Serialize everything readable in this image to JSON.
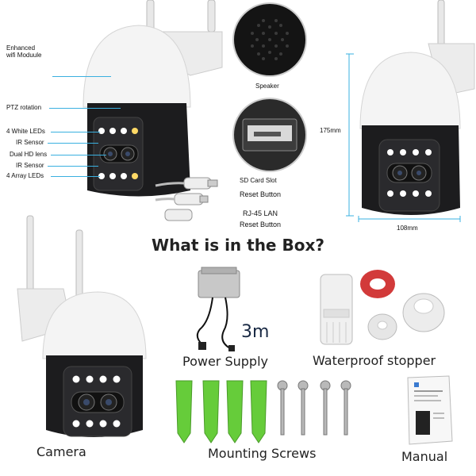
{
  "labels": {
    "wifi": "Enhanced\nwifi Moduule",
    "ptz": "PTZ rotation",
    "white_leds": "4 White LEDs",
    "ir1": "IR Sensor",
    "dual_lens": "Dual HD lens",
    "ir2": "IR Sensor",
    "array_leds": "4 Array LEDs",
    "speaker": "Speaker",
    "sd_slot": "SD Card Slot",
    "reset1": "Reset Button",
    "rj45": "RJ-45 LAN",
    "reset2": "Reset Button",
    "height": "175mm",
    "width": "108mm"
  },
  "box": {
    "title": "What is in the Box?",
    "cable_length": "3m",
    "items": {
      "camera": "Camera",
      "power": "Power Supply",
      "waterproof": "Waterproof  stopper",
      "screws": "Mounting Screws",
      "manual": "Manual"
    }
  },
  "colors": {
    "callout_line": "#3ab0e0",
    "camera_black": "#1c1c1e",
    "camera_white": "#f2f2f2",
    "anchor_green": "#66cc3a",
    "seal_red": "#d23a3a"
  }
}
